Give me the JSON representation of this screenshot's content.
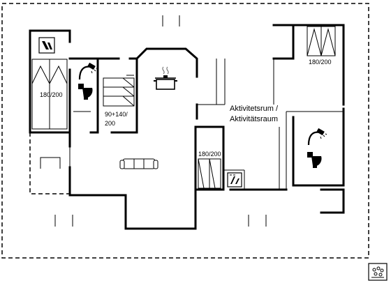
{
  "rooms": {
    "bedroom_top_right": {
      "bed_label": "180/200"
    },
    "bedroom_left": {
      "bed_label": "180/200"
    },
    "bedroom_bunk": {
      "bed_label_line1": "90+140/",
      "bed_label_line2": "200"
    },
    "bedroom_center": {
      "bed_label": "180/200"
    },
    "activity_room": {
      "label_line1": "Aktivitetsrum /",
      "label_line2": "Aktivitätsraum"
    }
  },
  "icons": [
    "dishwasher-icon",
    "shower-icon",
    "toilet-icon",
    "cooking-pot-icon",
    "sofa-icon",
    "washing-machine-icon",
    "whirlpool-icon"
  ]
}
